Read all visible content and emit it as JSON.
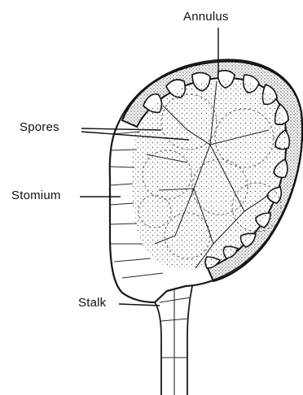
{
  "labels": {
    "annulus": "Annulus",
    "spores": "Spores",
    "stomium": "Stomium",
    "stalk": "Stalk"
  }
}
